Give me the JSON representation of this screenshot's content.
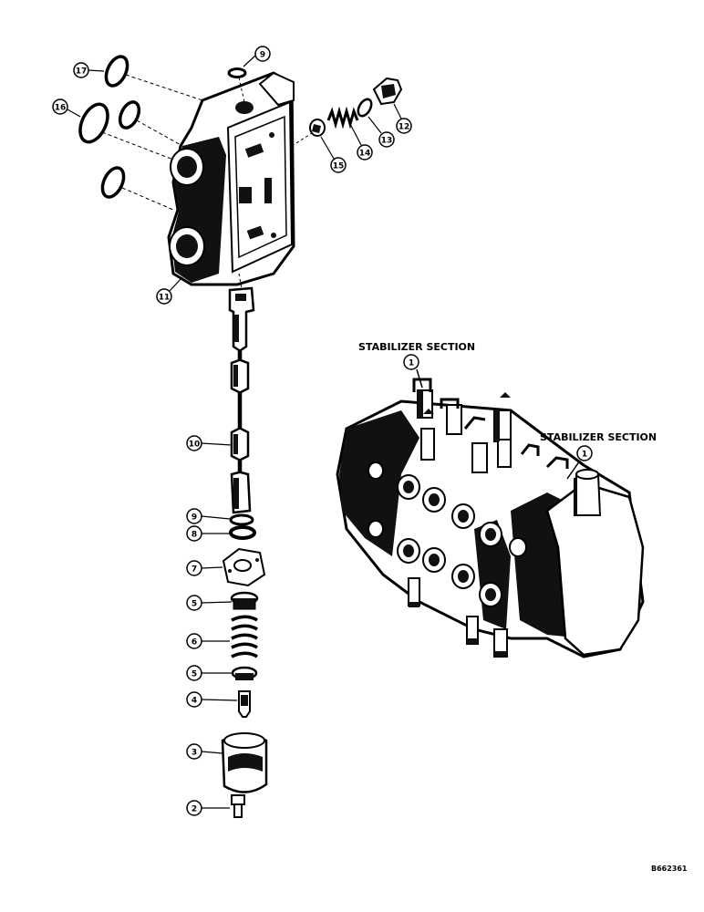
{
  "figure_id": "B662361",
  "section_labels": [
    "STABILIZER SECTION",
    "STABILIZER SECTION"
  ],
  "callouts": [
    {
      "id": "c17",
      "num": "17"
    },
    {
      "id": "c9top",
      "num": "9"
    },
    {
      "id": "c16",
      "num": "16"
    },
    {
      "id": "c12",
      "num": "12"
    },
    {
      "id": "c13",
      "num": "13"
    },
    {
      "id": "c14",
      "num": "14"
    },
    {
      "id": "c15",
      "num": "15"
    },
    {
      "id": "c11",
      "num": "11"
    },
    {
      "id": "c10",
      "num": "10"
    },
    {
      "id": "c9",
      "num": "9"
    },
    {
      "id": "c8",
      "num": "8"
    },
    {
      "id": "c7",
      "num": "7"
    },
    {
      "id": "c5a",
      "num": "5"
    },
    {
      "id": "c6",
      "num": "6"
    },
    {
      "id": "c5b",
      "num": "5"
    },
    {
      "id": "c4",
      "num": "4"
    },
    {
      "id": "c3",
      "num": "3"
    },
    {
      "id": "c2",
      "num": "2"
    },
    {
      "id": "c1a",
      "num": "1"
    },
    {
      "id": "c1b",
      "num": "1"
    }
  ]
}
